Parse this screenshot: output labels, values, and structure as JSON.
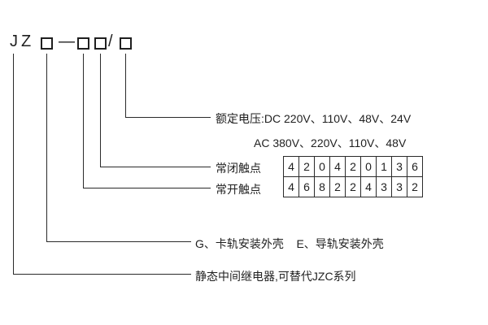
{
  "model": {
    "prefix": "JZ",
    "dash": "—",
    "slash": "/"
  },
  "callouts": {
    "voltage_line1": "额定电压:DC 220V、110V、48V、24V",
    "voltage_line2": "AC 380V、220V、110V、48V",
    "nc_label": "常闭触点",
    "no_label": "常开触点",
    "shell_label": "G、卡轨安装外壳    E、导轨安装外壳",
    "series_label": "静态中间继电器,可替代JZC系列"
  },
  "table": {
    "nc_row": [
      "4",
      "2",
      "0",
      "4",
      "2",
      "0",
      "1",
      "3",
      "6"
    ],
    "no_row": [
      "4",
      "6",
      "8",
      "2",
      "2",
      "4",
      "3",
      "3",
      "2"
    ]
  }
}
